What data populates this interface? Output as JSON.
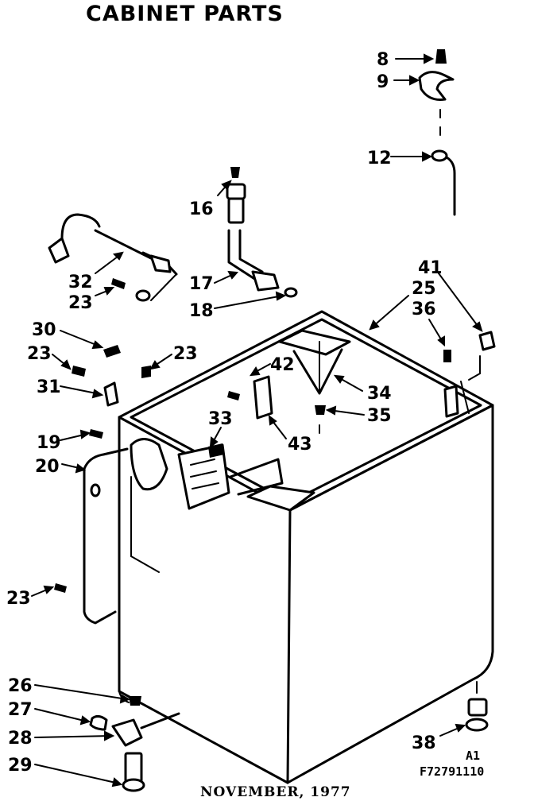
{
  "title": "CABINET PARTS",
  "footer_date": "NOVEMBER, 1977",
  "code_line1": "A1",
  "code_line2": "F72791110",
  "callouts": [
    "8",
    "9",
    "12",
    "16",
    "17",
    "18",
    "32",
    "23",
    "30",
    "23",
    "23",
    "31",
    "19",
    "20",
    "33",
    "42",
    "34",
    "35",
    "43",
    "41",
    "25",
    "36",
    "23",
    "26",
    "27",
    "28",
    "29",
    "38"
  ]
}
